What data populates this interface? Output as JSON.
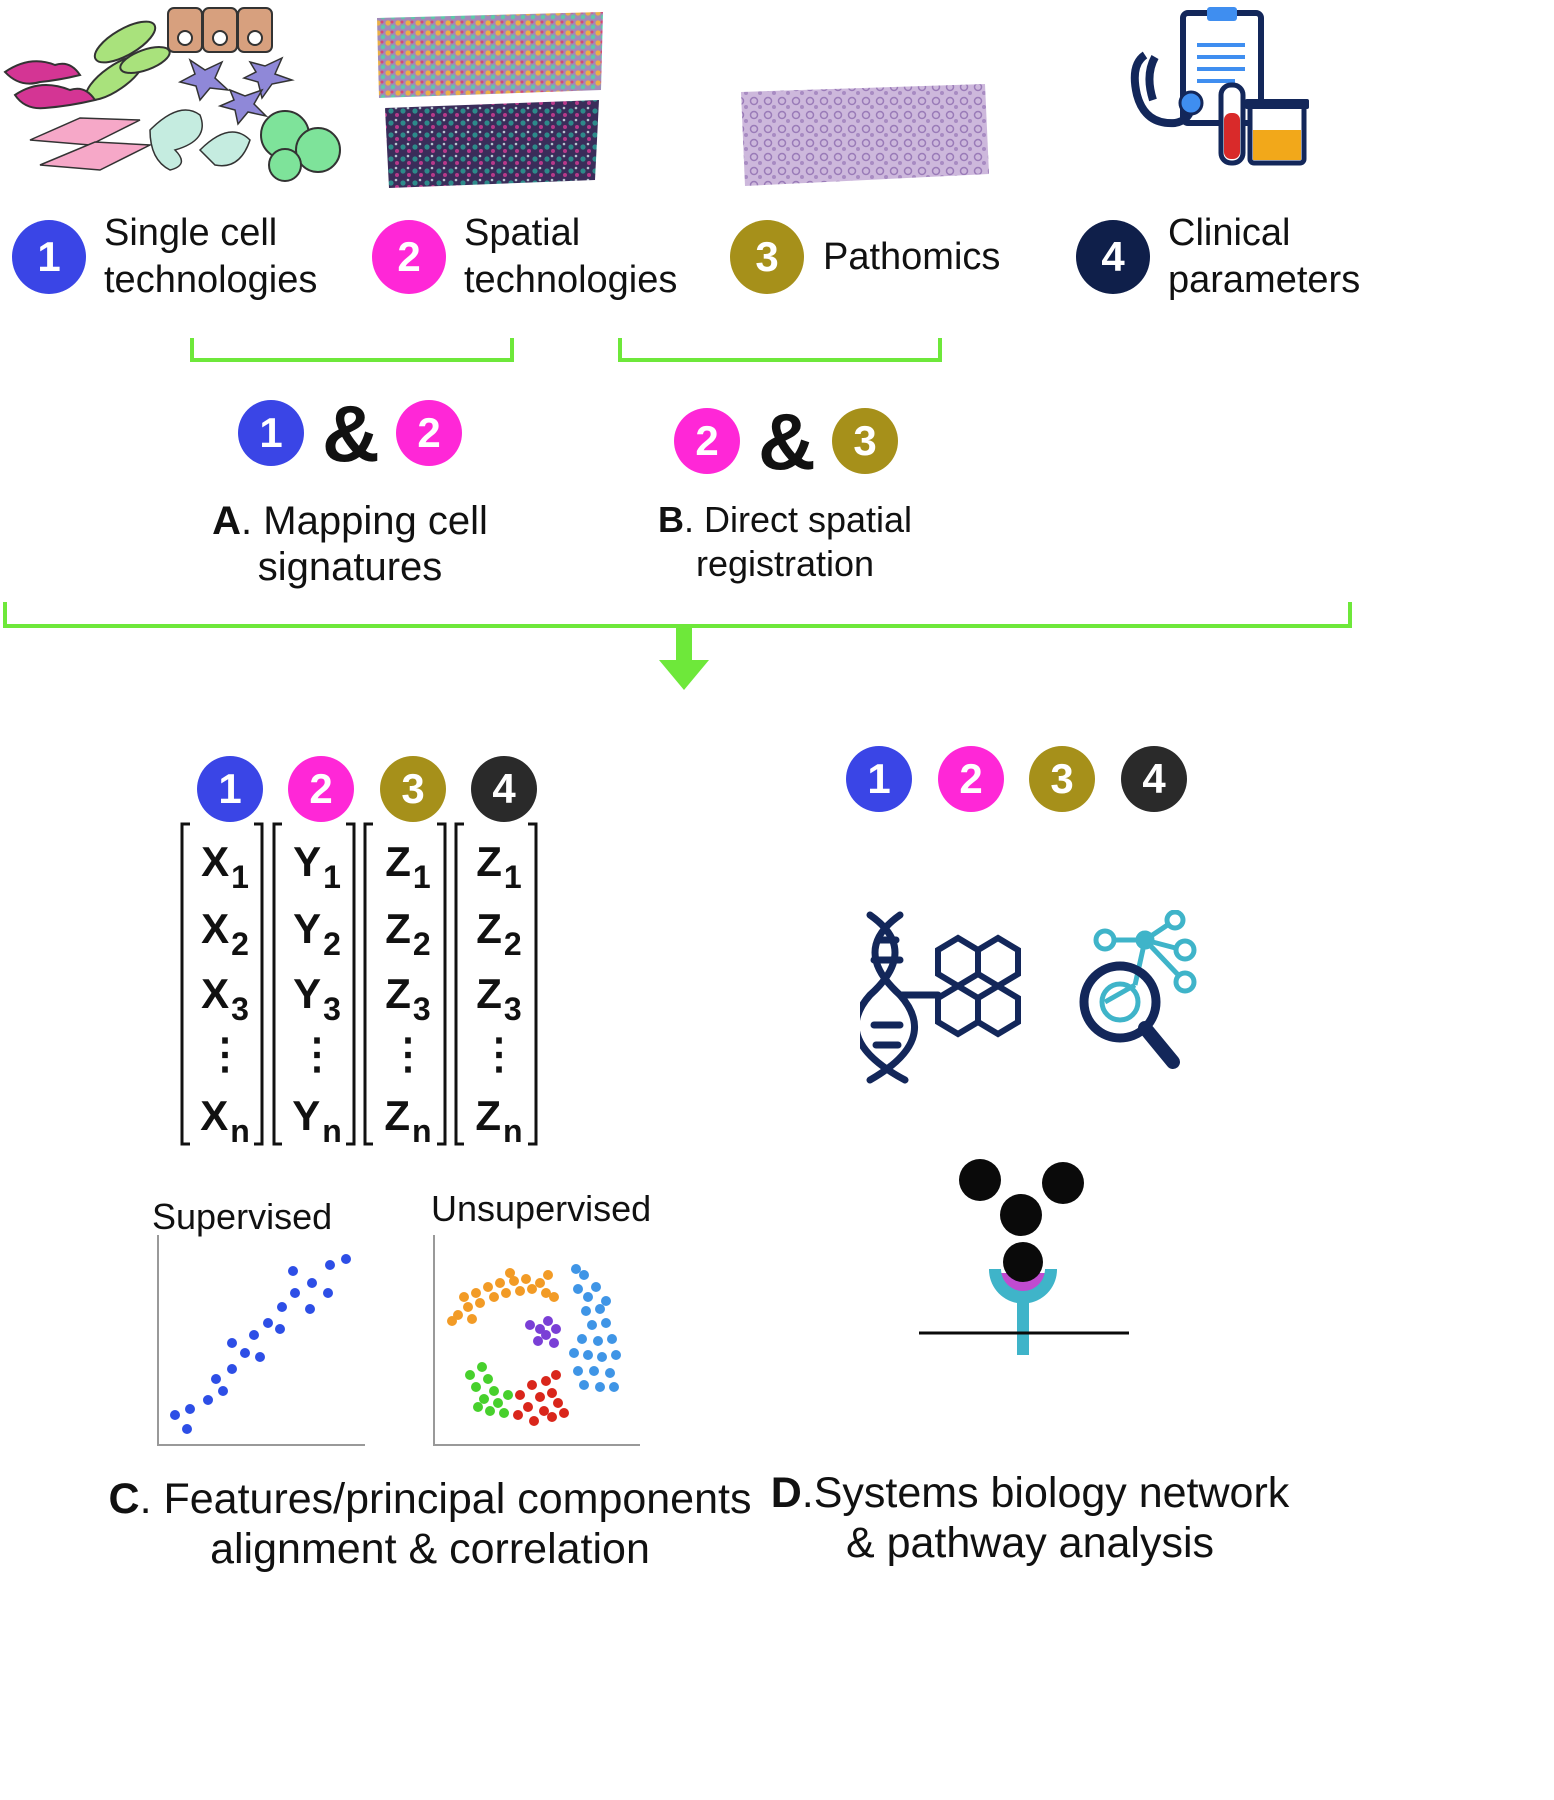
{
  "colors": {
    "one": "#3a45e6",
    "two": "#ff27d7",
    "three": "#a6901a",
    "four_top": "#0f1f4a",
    "four_mid": "#2a2a2a",
    "green": "#6ee83a",
    "navy": "#13275a",
    "teal": "#3fb4c9"
  },
  "steps": [
    {
      "num": "1",
      "label": "Single cell\ntechnologies"
    },
    {
      "num": "2",
      "label": "Spatial\ntechnologies"
    },
    {
      "num": "3",
      "label": "Pathomics"
    },
    {
      "num": "4",
      "label": "Clinical\nparameters"
    }
  ],
  "pair_a": {
    "left": "1",
    "amp": "&",
    "right": "2",
    "letter": "A",
    "caption": ". Mapping cell\nsignatures"
  },
  "pair_b": {
    "left": "2",
    "amp": "&",
    "right": "3",
    "letter": "B",
    "caption": ". Direct spatial\nregistration"
  },
  "matrix": {
    "circles": [
      "1",
      "2",
      "3",
      "4"
    ],
    "columns": [
      {
        "var": "X",
        "rows": [
          "1",
          "2",
          "3",
          "n"
        ]
      },
      {
        "var": "Y",
        "rows": [
          "1",
          "2",
          "3",
          "n"
        ]
      },
      {
        "var": "Z",
        "rows": [
          "1",
          "2",
          "3",
          "n"
        ]
      },
      {
        "var": "Z",
        "rows": [
          "1",
          "2",
          "3",
          "n"
        ]
      }
    ],
    "ellipsis": "⋮"
  },
  "plots": {
    "supervised": "Supervised",
    "unsupervised": "Unsupervised"
  },
  "caption_c": {
    "letter": "C",
    "text": ". Features/principal components\nalignment & correlation"
  },
  "right_circles": [
    "1",
    "2",
    "3",
    "4"
  ],
  "caption_d": {
    "letter": "D",
    "text": ".Systems biology network\n& pathway analysis"
  }
}
